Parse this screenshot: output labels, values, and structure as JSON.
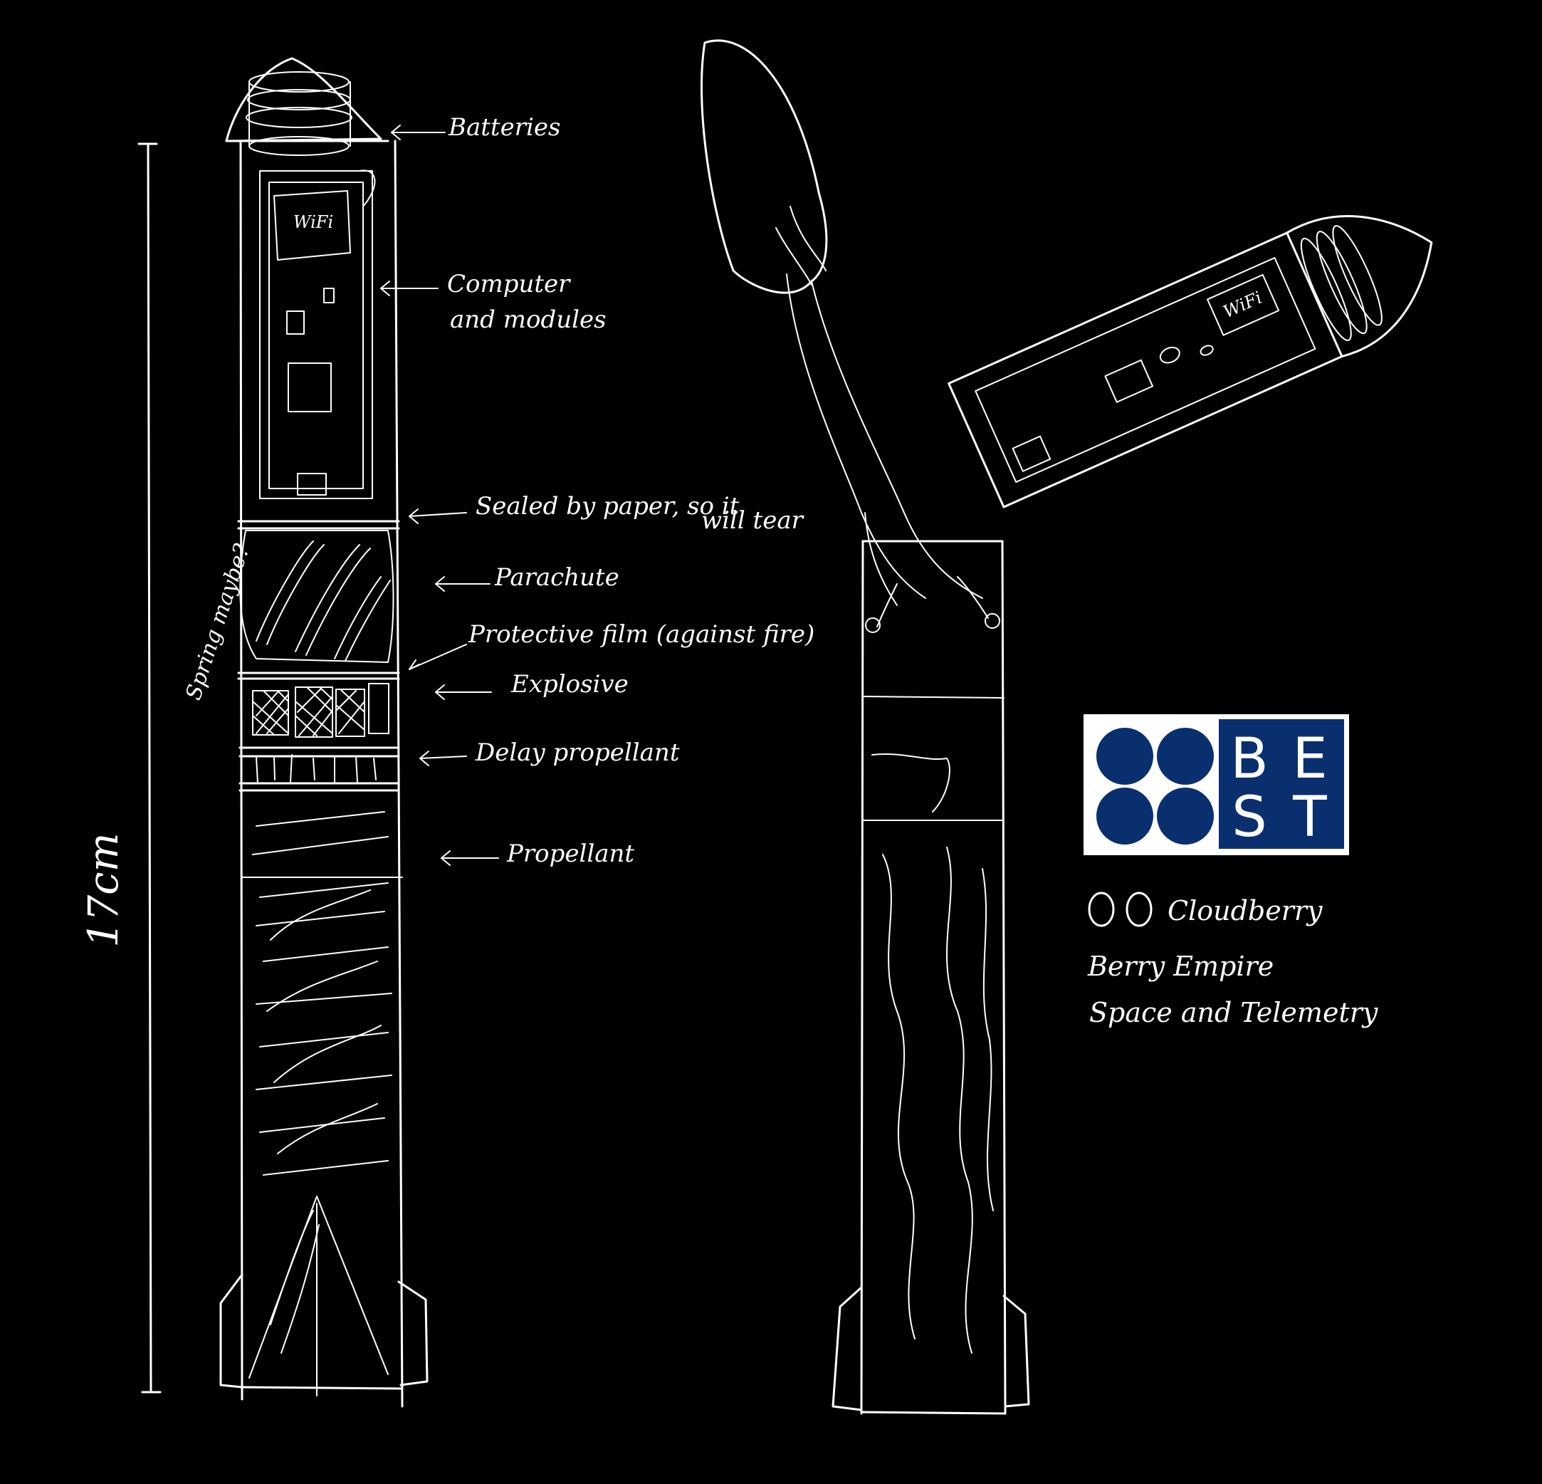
{
  "labels": {
    "batteries": "Batteries",
    "computer_line1": "Computer",
    "computer_line2": "and modules",
    "sealed_line1": "Sealed by paper, so it",
    "sealed_line2": "will tear",
    "parachute": "Parachute",
    "protective_film": "Protective film (against fire)",
    "explosive": "Explosive",
    "delay_propellant": "Delay propellant",
    "propellant": "Propellant",
    "spring_note": "Spring maybe?",
    "wifi_module": "WiFi",
    "wifi_module_deployed": "WiFi"
  },
  "dimension": {
    "length_label": "17cm"
  },
  "logo": {
    "row1_letter1": "B",
    "row1_letter2": "E",
    "row2_letter1": "S",
    "row2_letter2": "T",
    "background_color": "#ffffff",
    "panel_color": "#0a2f6e",
    "dot_color": "#0a2f6e"
  },
  "team": {
    "name": "Cloudberry",
    "line1": "Berry Empire",
    "line2": "Space and Telemetry"
  },
  "colors": {
    "background": "#000000",
    "ink": "#ffffff"
  }
}
